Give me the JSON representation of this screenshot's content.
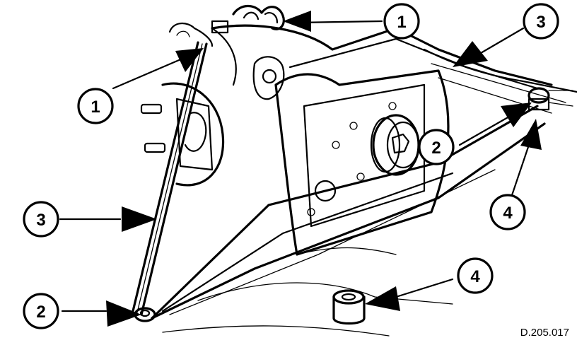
{
  "callouts": [
    {
      "id": "c1a",
      "label": "1"
    },
    {
      "id": "c1b",
      "label": "1"
    },
    {
      "id": "c2a",
      "label": "2"
    },
    {
      "id": "c2b",
      "label": "2"
    },
    {
      "id": "c3a",
      "label": "3"
    },
    {
      "id": "c3b",
      "label": "3"
    },
    {
      "id": "c4a",
      "label": "4"
    },
    {
      "id": "c4b",
      "label": "4"
    }
  ],
  "reference_code": "D.205.017"
}
